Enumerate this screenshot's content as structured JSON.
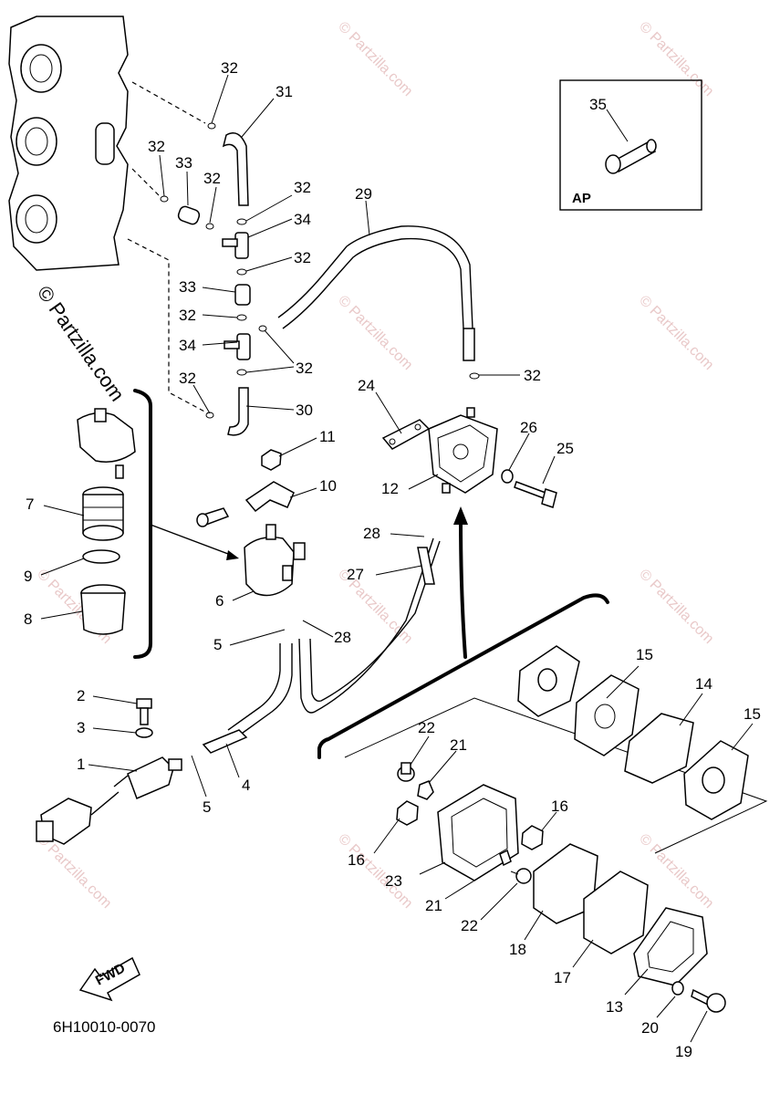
{
  "diagram": {
    "drawing_code": "6H10010-0070",
    "inset_label": "AP",
    "fwd_label": "FWD",
    "watermark_text": "© Partzilla.com",
    "callouts": [
      {
        "id": "c32a",
        "text": "32"
      },
      {
        "id": "c31",
        "text": "31"
      },
      {
        "id": "c32b",
        "text": "32"
      },
      {
        "id": "c33a",
        "text": "33"
      },
      {
        "id": "c32c",
        "text": "32"
      },
      {
        "id": "c32d",
        "text": "32"
      },
      {
        "id": "c34a",
        "text": "34"
      },
      {
        "id": "c32e",
        "text": "32"
      },
      {
        "id": "c33b",
        "text": "33"
      },
      {
        "id": "c32f",
        "text": "32"
      },
      {
        "id": "c34b",
        "text": "34"
      },
      {
        "id": "c32g",
        "text": "32"
      },
      {
        "id": "c32h",
        "text": "32"
      },
      {
        "id": "c30",
        "text": "30"
      },
      {
        "id": "c29",
        "text": "29"
      },
      {
        "id": "c32i",
        "text": "32"
      },
      {
        "id": "c35",
        "text": "35"
      },
      {
        "id": "c24",
        "text": "24"
      },
      {
        "id": "c26",
        "text": "26"
      },
      {
        "id": "c25",
        "text": "25"
      },
      {
        "id": "c12",
        "text": "12"
      },
      {
        "id": "c11",
        "text": "11"
      },
      {
        "id": "c10",
        "text": "10"
      },
      {
        "id": "c28a",
        "text": "28"
      },
      {
        "id": "c27",
        "text": "27"
      },
      {
        "id": "c7",
        "text": "7"
      },
      {
        "id": "c9",
        "text": "9"
      },
      {
        "id": "c6",
        "text": "6"
      },
      {
        "id": "c8",
        "text": "8"
      },
      {
        "id": "c5a",
        "text": "5"
      },
      {
        "id": "c28b",
        "text": "28"
      },
      {
        "id": "c15a",
        "text": "15"
      },
      {
        "id": "c14",
        "text": "14"
      },
      {
        "id": "c15b",
        "text": "15"
      },
      {
        "id": "c2",
        "text": "2"
      },
      {
        "id": "c3",
        "text": "3"
      },
      {
        "id": "c22a",
        "text": "22"
      },
      {
        "id": "c21a",
        "text": "21"
      },
      {
        "id": "c1",
        "text": "1"
      },
      {
        "id": "c4",
        "text": "4"
      },
      {
        "id": "c5b",
        "text": "5"
      },
      {
        "id": "c16a",
        "text": "16"
      },
      {
        "id": "c16b",
        "text": "16"
      },
      {
        "id": "c23",
        "text": "23"
      },
      {
        "id": "c21b",
        "text": "21"
      },
      {
        "id": "c22b",
        "text": "22"
      },
      {
        "id": "c18",
        "text": "18"
      },
      {
        "id": "c17",
        "text": "17"
      },
      {
        "id": "c13",
        "text": "13"
      },
      {
        "id": "c20",
        "text": "20"
      },
      {
        "id": "c19",
        "text": "19"
      }
    ]
  }
}
